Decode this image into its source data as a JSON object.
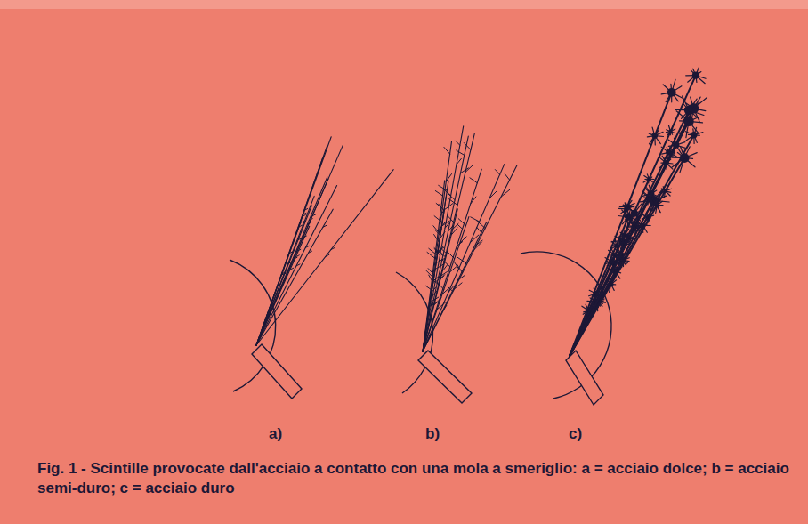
{
  "diagram": {
    "caption": "Fig. 1 - Scintille provocate dall'acciaio a contatto con una mola a smeriglio: a = acciaio dolce; b = acciaio semi-duro; c = acciaio duro",
    "labels": [
      "a)",
      "b)",
      "c)"
    ]
  }
}
